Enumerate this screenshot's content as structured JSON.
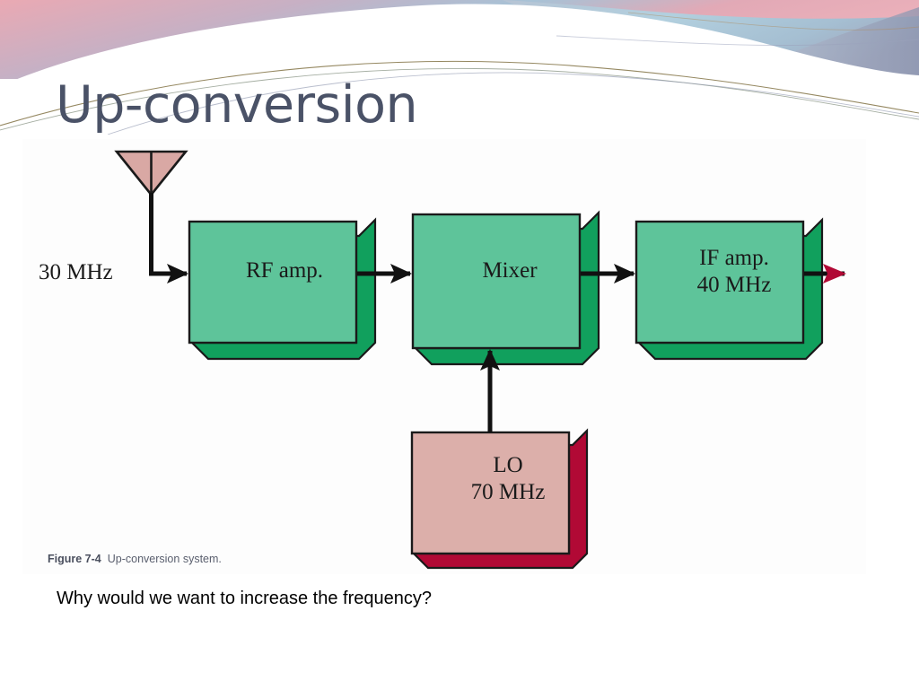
{
  "slide": {
    "title": "Up-conversion",
    "title_color": "#4a5267",
    "background_color": "#ffffff"
  },
  "header_decoration": {
    "name": "decorative-wave-band",
    "colors": {
      "pink": "#e8aab4",
      "blue": "#9ec5d8",
      "cyan": "#a8dce8",
      "slate": "#9aa3bb",
      "gold": "#b89a4a",
      "white": "#ffffff"
    }
  },
  "figure": {
    "caption_number": "Figure 7-4",
    "caption_text": "Up-conversion system.",
    "antenna": {
      "name": "antenna",
      "fill": "#d9a8a4",
      "stroke": "#1a1a1a"
    },
    "input_label": "30 MHz",
    "blocks": [
      {
        "id": "rf-amp",
        "lines": [
          "RF amp."
        ],
        "face": "#5ec49a",
        "shadow": "#11a05d",
        "stroke": "#1a1a1a"
      },
      {
        "id": "mixer",
        "lines": [
          "Mixer"
        ],
        "face": "#5ec49a",
        "shadow": "#11a05d",
        "stroke": "#1a1a1a"
      },
      {
        "id": "if-amp",
        "lines": [
          "IF amp.",
          "40 MHz"
        ],
        "face": "#5ec49a",
        "shadow": "#11a05d",
        "stroke": "#1a1a1a"
      },
      {
        "id": "lo",
        "lines": [
          "LO",
          "70 MHz"
        ],
        "face": "#dcafaa",
        "shadow": "#b10935",
        "stroke": "#1a1a1a"
      }
    ],
    "signal_flow": [
      {
        "from": "antenna",
        "to": "rf-amp",
        "label": "30 MHz",
        "arrow_color": "#111111"
      },
      {
        "from": "rf-amp",
        "to": "mixer",
        "label": "",
        "arrow_color": "#111111"
      },
      {
        "from": "lo",
        "to": "mixer",
        "label": "",
        "arrow_color": "#111111"
      },
      {
        "from": "mixer",
        "to": "if-amp",
        "label": "",
        "arrow_color": "#111111"
      },
      {
        "from": "if-amp",
        "to": "output",
        "label": "",
        "arrow_color": "#b10935"
      }
    ]
  },
  "body": {
    "question": "Why would we want to increase the frequency?"
  }
}
